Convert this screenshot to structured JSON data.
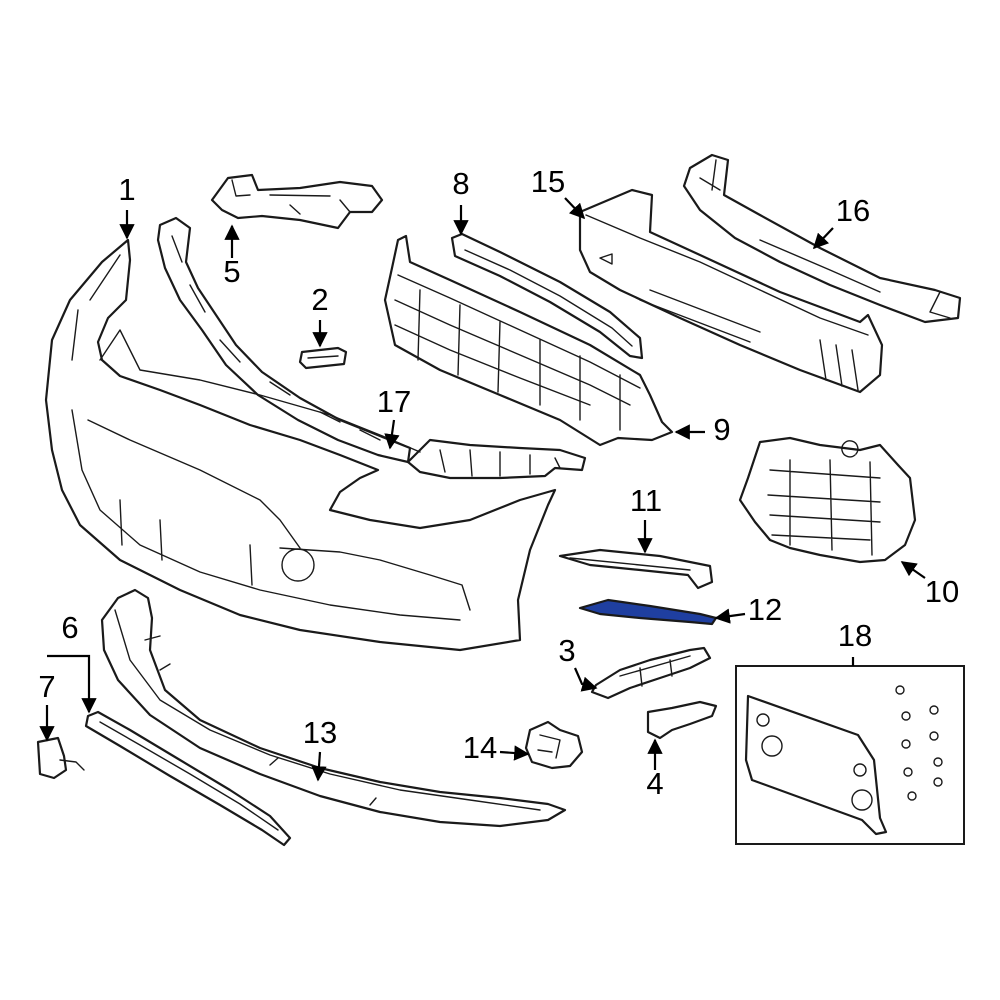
{
  "diagram": {
    "callouts": [
      "1",
      "2",
      "3",
      "4",
      "5",
      "6",
      "7",
      "8",
      "9",
      "10",
      "11",
      "12",
      "13",
      "14",
      "15",
      "16",
      "17",
      "18"
    ],
    "highlighted_part": "12",
    "highlight_color": "#1f3fa0"
  }
}
